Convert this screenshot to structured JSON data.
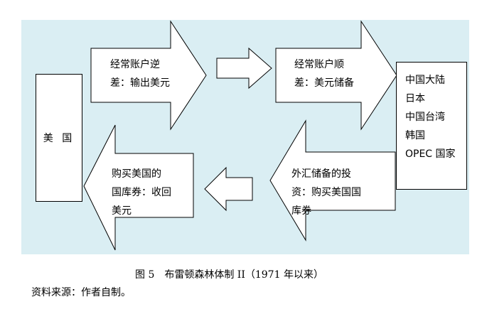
{
  "diagram": {
    "usa_label": "美 国",
    "countries": [
      "中国大陆",
      "日本",
      "中国台湾",
      "韩国",
      "OPEC 国家"
    ],
    "arrows": {
      "current_account_deficit": [
        "经常账户逆",
        "差：输出美元"
      ],
      "current_account_surplus": [
        "经常账户顺",
        "差：美元储备"
      ],
      "fx_reserve_investment": [
        "外汇储备的投",
        "资：购买美国国",
        "库券"
      ],
      "buy_treasury": [
        "购买美国的",
        "国库券：收回",
        "美元"
      ]
    },
    "colors": {
      "background_panel": "#daeef3",
      "shape_fill": "#ffffff",
      "stroke": "#000000"
    }
  },
  "caption": "图 5　布雷顿森林体制 II（1971 年以来）",
  "source": "资料来源：作者自制。"
}
